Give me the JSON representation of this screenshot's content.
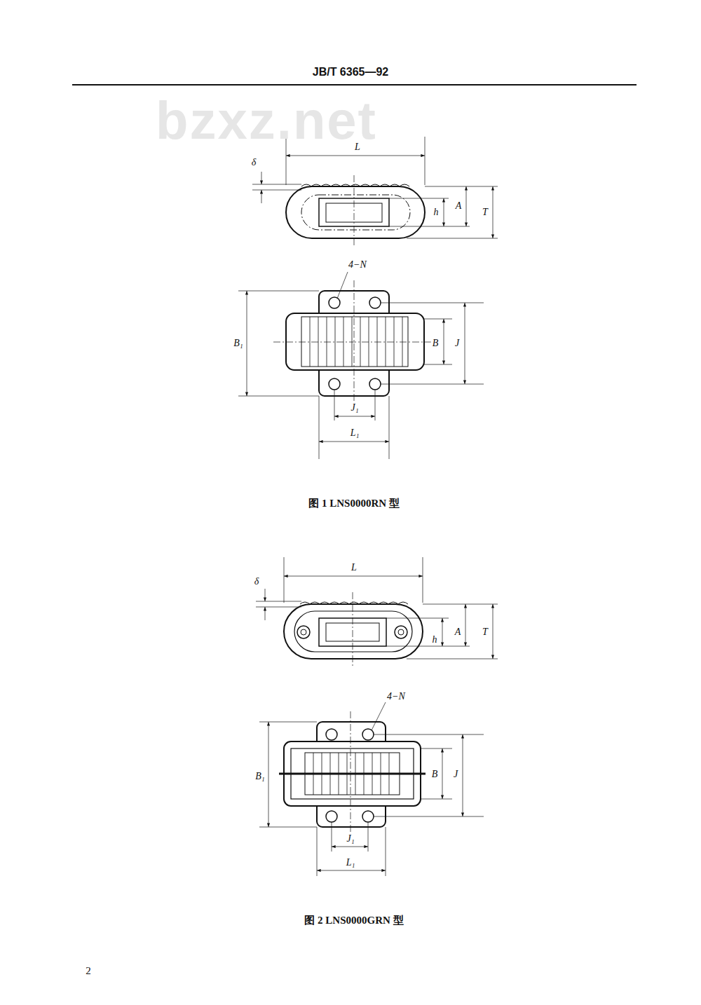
{
  "diagram": {
    "labels": [
      "JB/T 6365—92",
      "bzxz.net",
      "L",
      "δ",
      "h",
      "A",
      "T",
      "4−N",
      "B₁",
      "B",
      "J",
      "J₁",
      "L₁",
      "图 1  LNS0000RN 型",
      "L",
      "δ",
      "h",
      "A",
      "T",
      "4−N",
      "B₁",
      "B",
      "J",
      "J₁",
      "L₁",
      "图 2  LNS0000GRN 型",
      "2"
    ]
  }
}
